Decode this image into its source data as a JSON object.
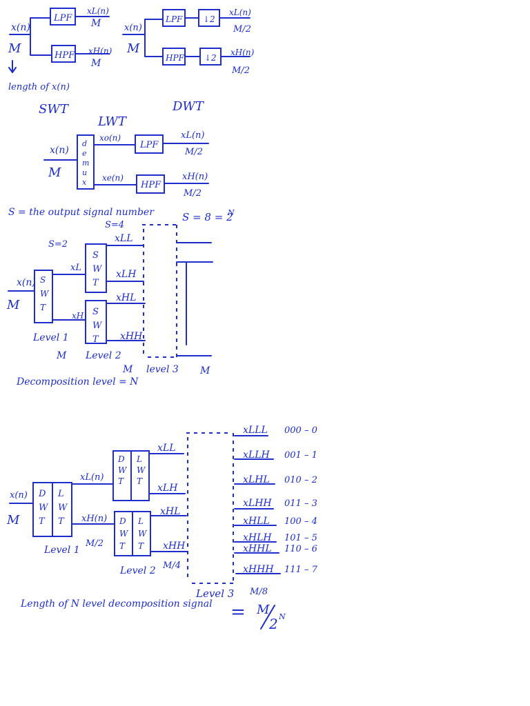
{
  "colors": {
    "ink": "#1c2dcc",
    "paper": "#ffffff"
  },
  "swt": {
    "input": "x(n)",
    "input_len": "M",
    "lpf": "LPF",
    "hpf": "HPF",
    "out_low": "xL(n)",
    "out_low_len": "M",
    "out_high": "xH(n)",
    "out_high_len": "M",
    "length_note": "length of x(n)",
    "title": "SWT"
  },
  "dwt": {
    "input": "x(n)",
    "input_len": "M",
    "lpf": "LPF",
    "hpf": "HPF",
    "down_low": "↓2",
    "down_high": "↓2",
    "out_low": "xL(n)",
    "out_low_len": "M/2",
    "out_high": "xH(n)",
    "out_high_len": "M/2",
    "title": "DWT"
  },
  "lwt": {
    "title": "LWT",
    "input": "x(n)",
    "input_len": "M",
    "demux_letters": [
      "d",
      "e",
      "m",
      "u",
      "x"
    ],
    "odd": "xo(n)",
    "even": "xe(n)",
    "lpf": "LPF",
    "hpf": "HPF",
    "out_low": "xL(n)",
    "out_low_len": "M/2",
    "out_high": "xH(n)",
    "out_high_len": "M/2"
  },
  "swt_tree": {
    "s_def": "S = the output signal number",
    "s4": "S=4",
    "s2": "S=2",
    "s8": "S = 8 = 2",
    "s8_exp": "N",
    "input": "x(n)",
    "input_len": "M",
    "block_letters": [
      "S",
      "W",
      "T"
    ],
    "xl": "xL",
    "xh": "xH",
    "xll": "xLL",
    "xlh": "xLH",
    "xhl": "xHL",
    "xhh": "xHH",
    "level1": "Level 1",
    "level2": "Level 2",
    "level3": "level 3",
    "m1": "M",
    "m2": "M",
    "m3": "M",
    "decomp": "Decomposition level = N"
  },
  "dwt_tree": {
    "input": "x(n)",
    "input_len": "M",
    "dwt_letters": [
      "D",
      "W",
      "T"
    ],
    "lwt_letters": [
      "L",
      "W",
      "T"
    ],
    "xl": "xL(n)",
    "xh": "xH(n)",
    "xh_len": "M/2",
    "xll": "xLL",
    "xlh": "xLH",
    "xhl": "xHL",
    "xhh": "xHH",
    "level1": "Level 1",
    "level2": "Level 2",
    "level2_len": "M/4",
    "level3": "Level 3",
    "level3_len": "M/8",
    "outputs": [
      {
        "name": "xLLL",
        "code": "000 – 0"
      },
      {
        "name": "xLLH",
        "code": "001 – 1"
      },
      {
        "name": "xLHL",
        "code": "010 – 2"
      },
      {
        "name": "xLHH",
        "code": "011 – 3"
      },
      {
        "name": "xHLL",
        "code": "100 – 4"
      },
      {
        "name": "xHLH",
        "code": "101 – 5"
      },
      {
        "name": "xHHL",
        "code": "110 – 6"
      },
      {
        "name": "xHHH",
        "code": "111 – 7"
      }
    ],
    "formula_text": "Length of N level decomposition signal",
    "formula_eq": "=",
    "formula_num": "M",
    "formula_den": "2",
    "formula_exp": "N"
  }
}
